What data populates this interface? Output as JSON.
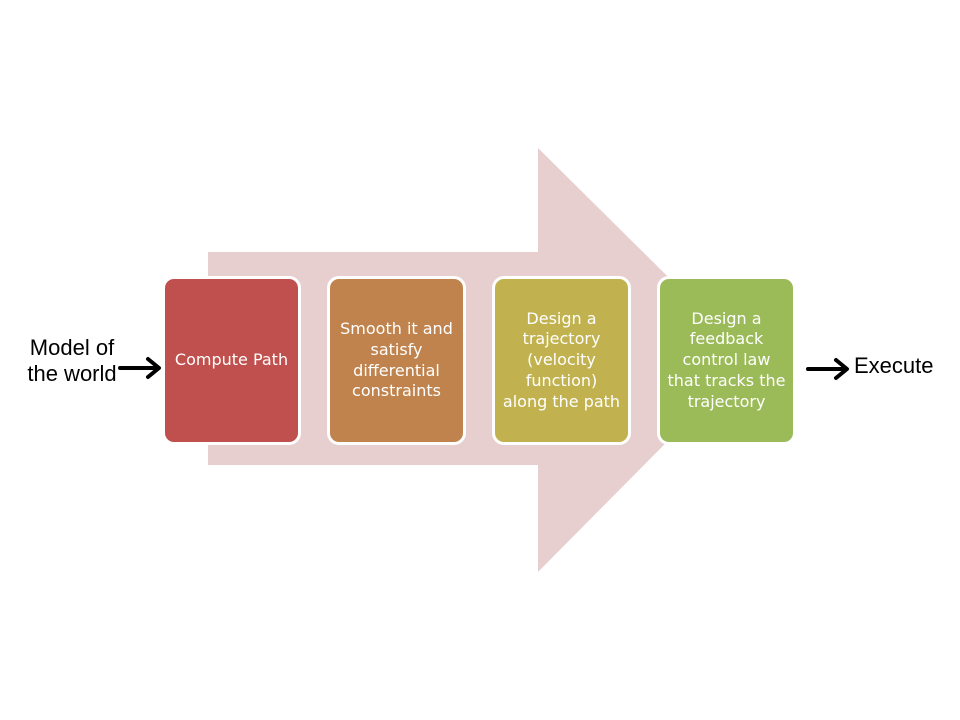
{
  "input_label": "Model of the world",
  "output_label": "Execute",
  "steps": [
    {
      "label": "Compute Path",
      "color": "#c0504d"
    },
    {
      "label": "Smooth it and satisfy differential constraints",
      "color": "#c0834d"
    },
    {
      "label": "Design a trajectory (velocity function) along the path",
      "color": "#c1b24f"
    },
    {
      "label": "Design a feedback control law that tracks the trajectory",
      "color": "#9bbb59"
    }
  ],
  "background_arrow_color": "#e8cfcf"
}
